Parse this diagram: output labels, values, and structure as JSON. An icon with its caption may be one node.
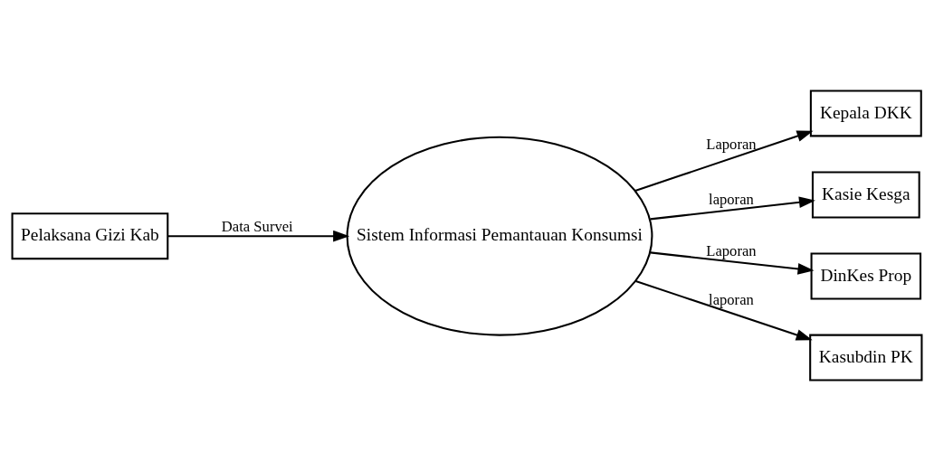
{
  "diagram": {
    "nodes": [
      {
        "text": [
          "Pelaksana Gizi Kab"
        ]
      },
      {
        "text": [
          "Kepala DKK"
        ]
      },
      {
        "text": [
          "Kasie Kesga"
        ]
      },
      {
        "text": [
          "Sistem Informasi Pemantauan Konsumsi"
        ]
      },
      {
        "text": [
          "DinKes Prop"
        ]
      },
      {
        "text": [
          "Kasubdin PK"
        ]
      }
    ],
    "edges": [
      {
        "from": 0,
        "to": 3,
        "arrow": "to",
        "label": "Data Survei"
      },
      {
        "from": 3,
        "to": 1,
        "arrow": "to",
        "label": "Laporan"
      },
      {
        "from": 3,
        "to": 2,
        "arrow": "to",
        "label": "laporan"
      },
      {
        "from": 3,
        "to": 4,
        "arrow": "to",
        "label": "Laporan"
      },
      {
        "from": 3,
        "to": 5,
        "arrow": "to",
        "label": "laporan"
      }
    ]
  }
}
